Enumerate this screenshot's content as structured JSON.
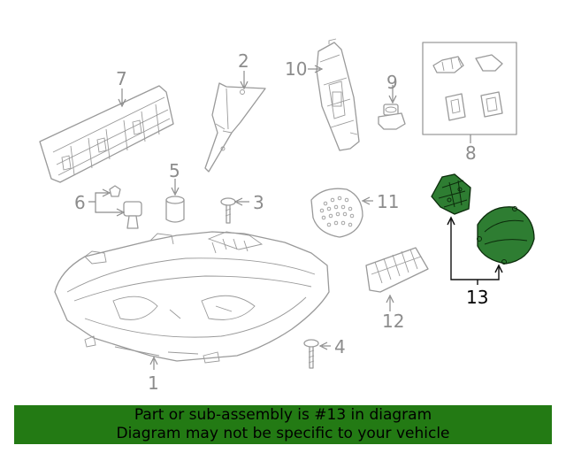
{
  "callouts": {
    "c1": "1",
    "c2": "2",
    "c3": "3",
    "c4": "4",
    "c5": "5",
    "c6": "6",
    "c7": "7",
    "c8": "8",
    "c9": "9",
    "c10": "10",
    "c11": "11",
    "c12": "12",
    "c13": "13"
  },
  "highlight": {
    "color": "#2e7d32",
    "part_number": "13"
  },
  "banner": {
    "line1": "Part or sub-assembly is #13 in diagram",
    "line2": "Diagram may not be specific to your vehicle",
    "background": "#237a14"
  }
}
